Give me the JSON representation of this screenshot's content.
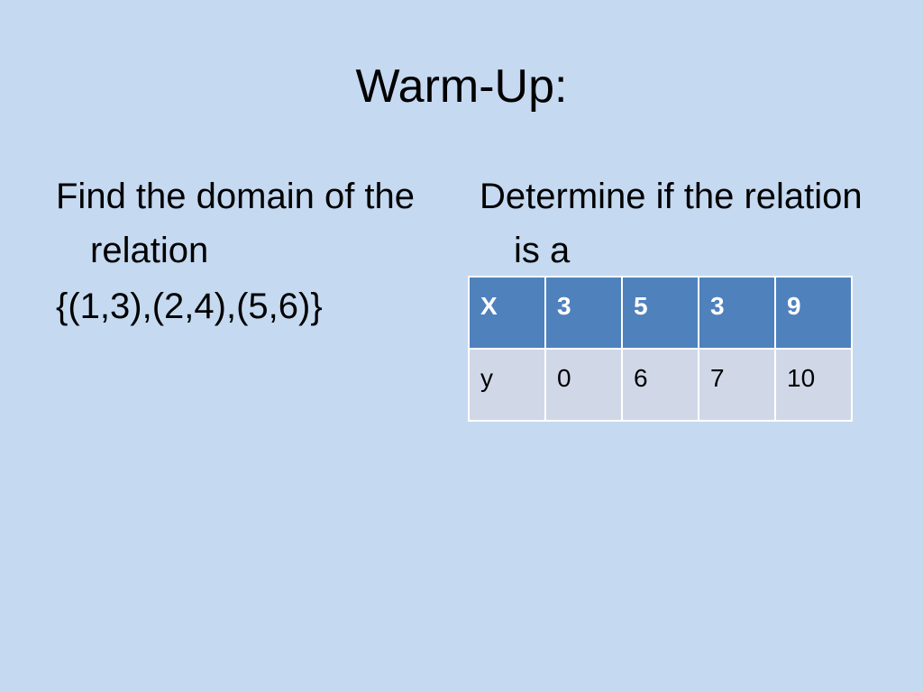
{
  "slide": {
    "title": "Warm-Up:",
    "left": {
      "line1": "Find the domain of the relation",
      "line2": "{(1,3),(2,4),(5,6)}"
    },
    "right": {
      "line1": "Determine if the relation is a"
    },
    "table": {
      "header": [
        "X",
        "3",
        "5",
        "3",
        "9"
      ],
      "row": [
        "y",
        "0",
        "6",
        "7",
        "10"
      ]
    }
  },
  "colors": {
    "background": "#c5d9f1",
    "table_header": "#4f81bd",
    "table_body": "#d0d8e8"
  }
}
